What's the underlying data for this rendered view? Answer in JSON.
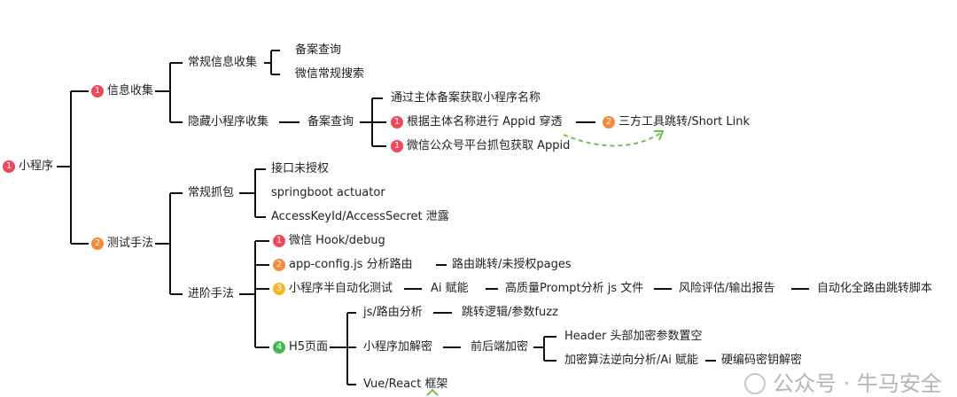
{
  "colors": {
    "b1": "#f0475a",
    "b2": "#f5883a",
    "b3": "#f7b52b",
    "b4": "#3cba54",
    "line": "#111111",
    "arrow": "#6cc24a"
  },
  "root": {
    "badge": "1",
    "label": "小程序"
  },
  "info": {
    "badge": "1",
    "label": "信息收集",
    "regular": {
      "label": "常规信息收集",
      "items": [
        "备案查询",
        "微信常规搜索"
      ]
    },
    "hidden": {
      "label": "隐藏小程序收集",
      "query": "备案查询",
      "items": [
        {
          "label": "通过主体备案获取小程序名称"
        },
        {
          "badge": "1",
          "label": "根据主体名称进行 Appid 穿透"
        },
        {
          "badge": "1",
          "label": "微信公众号平台抓包获取 Appid"
        }
      ],
      "next": {
        "badge": "2",
        "label": "三方工具跳转/Short Link"
      }
    }
  },
  "test": {
    "badge": "2",
    "label": "测试手法",
    "capture": {
      "label": "常规抓包",
      "items": [
        "接口未授权",
        "springboot actuator",
        "AccessKeyId/AccessSecret 泄露"
      ]
    },
    "advanced": {
      "label": "进阶手法",
      "hook": {
        "badge": "1",
        "label": "微信 Hook/debug"
      },
      "config": {
        "badge": "2",
        "label": "app-config.js 分析路由",
        "next": "路由跳转/未授权pages"
      },
      "auto": {
        "badge": "3",
        "label": "小程序半自动化测试",
        "chain": [
          "Ai 赋能",
          "高质量Prompt分析 js 文件",
          "风险评估/输出报告",
          "自动化全路由跳转脚本"
        ]
      },
      "h5": {
        "badge": "4",
        "label": "H5页面",
        "js": {
          "label": "js/路由分析",
          "next": "跳转逻辑/参数fuzz"
        },
        "crypto": {
          "label": "小程序加解密",
          "next": "前后端加密",
          "items": [
            "Header 头部加密参数置空",
            "加密算法逆向分析/Ai 赋能"
          ],
          "final": "硬编码密钥解密"
        },
        "vue": {
          "label": "Vue/React 框架"
        }
      }
    }
  },
  "watermark": "公众号 · 牛马安全"
}
